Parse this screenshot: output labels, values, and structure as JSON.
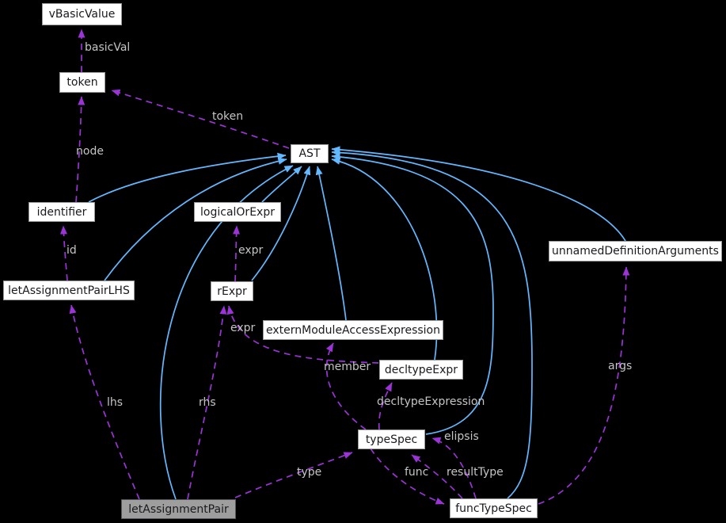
{
  "diagram": {
    "kind": "collaboration-graph",
    "background": "#000000"
  },
  "colors": {
    "inheritance_edge": "#63B8FF",
    "usage_edge": "#9B34D6",
    "edge_label_text": "#C5C5C5",
    "node_fill": "#FFFFFF",
    "node_border": "#9A9A9A",
    "node_text": "#1A1A1E",
    "highlight_node_fill": "#9E9E9E",
    "highlight_node_border": "#56565C"
  },
  "nodes": [
    {
      "id": "vBasicValue",
      "label": "vBasicValue",
      "highlighted": false
    },
    {
      "id": "token",
      "label": "token",
      "highlighted": false
    },
    {
      "id": "AST",
      "label": "AST",
      "highlighted": false
    },
    {
      "id": "identifier",
      "label": "identifier",
      "highlighted": false
    },
    {
      "id": "logicalOrExpr",
      "label": "logicalOrExpr",
      "highlighted": false
    },
    {
      "id": "letAssignmentPairLHS",
      "label": "letAssignmentPairLHS",
      "highlighted": false
    },
    {
      "id": "rExpr",
      "label": "rExpr",
      "highlighted": false
    },
    {
      "id": "externModuleAccessExpression",
      "label": "externModuleAccessExpression",
      "highlighted": false
    },
    {
      "id": "unnamedDefinitionArguments",
      "label": "unnamedDefinitionArguments",
      "highlighted": false
    },
    {
      "id": "decltypeExpr",
      "label": "decltypeExpr",
      "highlighted": false
    },
    {
      "id": "typeSpec",
      "label": "typeSpec",
      "highlighted": false
    },
    {
      "id": "letAssignmentPair",
      "label": "letAssignmentPair",
      "highlighted": true
    },
    {
      "id": "funcTypeSpec",
      "label": "funcTypeSpec",
      "highlighted": false
    }
  ],
  "edges": {
    "inheritance": [
      {
        "from": "identifier",
        "to": "AST"
      },
      {
        "from": "letAssignmentPairLHS",
        "to": "AST"
      },
      {
        "from": "letAssignmentPair",
        "to": "AST"
      },
      {
        "from": "logicalOrExpr",
        "to": "AST"
      },
      {
        "from": "rExpr",
        "to": "AST"
      },
      {
        "from": "externModuleAccessExpression",
        "to": "AST"
      },
      {
        "from": "decltypeExpr",
        "to": "AST"
      },
      {
        "from": "typeSpec",
        "to": "AST"
      },
      {
        "from": "funcTypeSpec",
        "to": "AST"
      },
      {
        "from": "unnamedDefinitionArguments",
        "to": "AST"
      }
    ],
    "usage": [
      {
        "from": "token",
        "to": "vBasicValue",
        "label": "basicVal"
      },
      {
        "from": "AST",
        "to": "token",
        "label": "token"
      },
      {
        "from": "identifier",
        "to": "token",
        "label": "node"
      },
      {
        "from": "letAssignmentPairLHS",
        "to": "identifier",
        "label": "id"
      },
      {
        "from": "rExpr",
        "to": "logicalOrExpr",
        "label": "expr"
      },
      {
        "from": "decltypeExpr",
        "to": "rExpr",
        "label": "expr"
      },
      {
        "from": "letAssignmentPair",
        "to": "letAssignmentPairLHS",
        "label": "lhs"
      },
      {
        "from": "letAssignmentPair",
        "to": "rExpr",
        "label": "rhs"
      },
      {
        "from": "letAssignmentPair",
        "to": "typeSpec",
        "label": "type"
      },
      {
        "from": "typeSpec",
        "to": "externModuleAccessExpression",
        "label": "member"
      },
      {
        "from": "typeSpec",
        "to": "decltypeExpr",
        "label": "decltypeExpression"
      },
      {
        "from": "funcTypeSpec",
        "to": "typeSpec",
        "label": "elipsis"
      },
      {
        "from": "funcTypeSpec",
        "to": "typeSpec",
        "label": "resultType"
      },
      {
        "from": "typeSpec",
        "to": "funcTypeSpec",
        "label": "func"
      },
      {
        "from": "funcTypeSpec",
        "to": "unnamedDefinitionArguments",
        "label": "args"
      }
    ]
  }
}
